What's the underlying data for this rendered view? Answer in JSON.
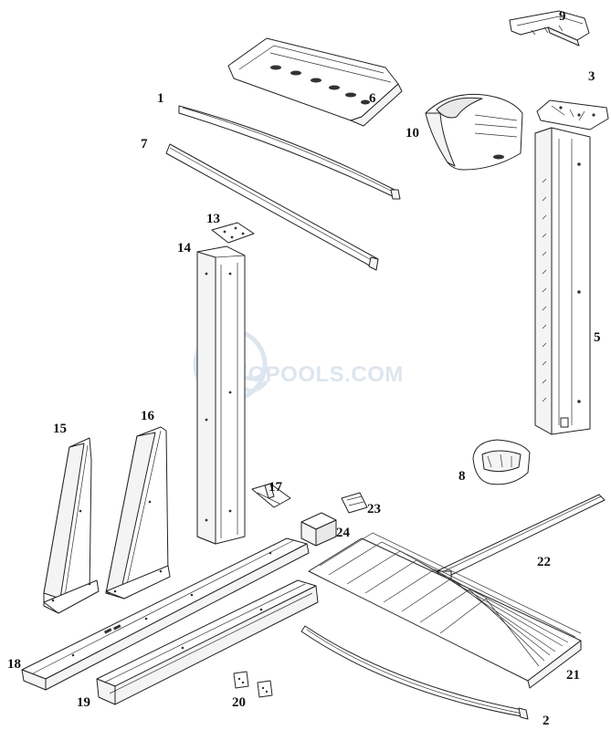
{
  "watermark": {
    "brand_text": "INYOPOOLS.COM"
  },
  "parts": [
    {
      "id": "1",
      "label": "1"
    },
    {
      "id": "2",
      "label": "2"
    },
    {
      "id": "3",
      "label": "3"
    },
    {
      "id": "5",
      "label": "5"
    },
    {
      "id": "6",
      "label": "6"
    },
    {
      "id": "7",
      "label": "7"
    },
    {
      "id": "8",
      "label": "8"
    },
    {
      "id": "9",
      "label": "9"
    },
    {
      "id": "10",
      "label": "10"
    },
    {
      "id": "13",
      "label": "13"
    },
    {
      "id": "14",
      "label": "14"
    },
    {
      "id": "15",
      "label": "15"
    },
    {
      "id": "16",
      "label": "16"
    },
    {
      "id": "17",
      "label": "17"
    },
    {
      "id": "18",
      "label": "18"
    },
    {
      "id": "19",
      "label": "19"
    },
    {
      "id": "20",
      "label": "20"
    },
    {
      "id": "21",
      "label": "21"
    },
    {
      "id": "22",
      "label": "22"
    },
    {
      "id": "23",
      "label": "23"
    },
    {
      "id": "24",
      "label": "24"
    }
  ]
}
